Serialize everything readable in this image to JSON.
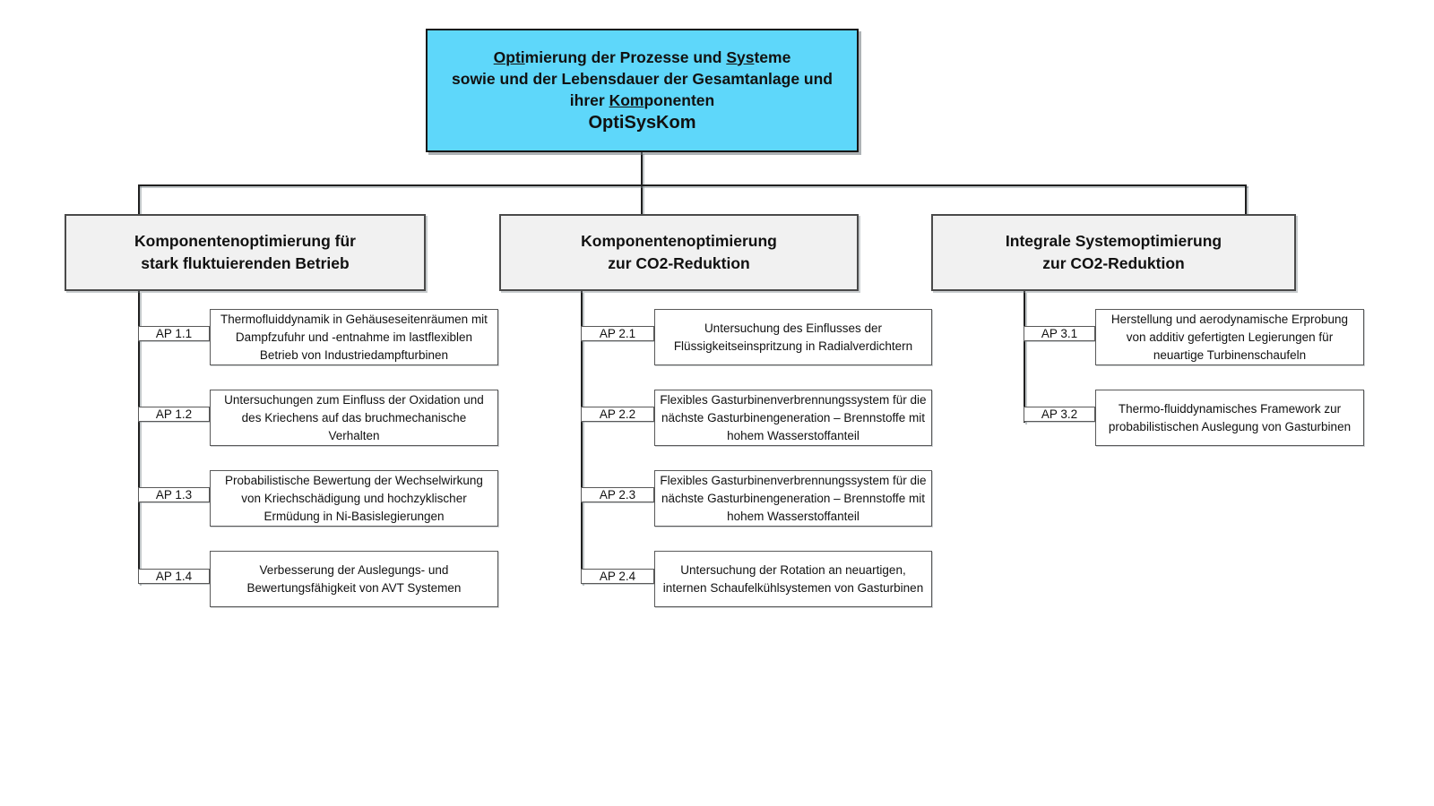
{
  "diagram_type": "org-chart / work-breakdown-structure",
  "colors": {
    "root_fill": "#5ed7fa",
    "branch_fill": "#f1f1f1",
    "box_border": "#595959",
    "line_color": "#1f1f1f"
  },
  "top_box": {
    "line1_u1": "Opti",
    "line1_t1": "mierung der Prozesse und ",
    "line1_u2": "Sys",
    "line1_t2": "teme",
    "line2": "sowie und der Lebensdauer der Gesamtanlage und",
    "line3_t1": "ihrer ",
    "line3_u1": "Kom",
    "line3_t2": "ponenten",
    "acronym": "OptiSysKom"
  },
  "branches": [
    {
      "title": "Komponentenoptimierung für\nstark fluktuierenden Betrieb",
      "items": [
        {
          "id": "AP 1.1",
          "text": "Thermofluiddynamik in Gehäuseseitenräumen mit Dampfzufuhr und -entnahme im lastflexiblen Betrieb von Industriedampfturbinen"
        },
        {
          "id": "AP 1.2",
          "text": "Untersuchungen zum Einfluss der Oxidation und des Kriechens auf das bruchmechanische Verhalten"
        },
        {
          "id": "AP 1.3",
          "text": "Probabilistische Bewertung der Wechselwirkung von Kriechschädigung und hochzyklischer Ermüdung in Ni-Basislegierungen"
        },
        {
          "id": "AP 1.4",
          "text": "Verbesserung der Auslegungs- und Bewertungsfähigkeit von AVT Systemen"
        }
      ]
    },
    {
      "title": "Komponentenoptimierung\nzur CO2-Reduktion",
      "items": [
        {
          "id": "AP 2.1",
          "text": "Untersuchung des Einflusses der Flüssigkeitseinspritzung in Radialverdichtern"
        },
        {
          "id": "AP 2.2",
          "text": "Flexibles Gasturbinenverbrennungssystem für die nächste Gasturbinengeneration –  Brennstoffe mit hohem Wasserstoffanteil"
        },
        {
          "id": "AP 2.3",
          "text": "Flexibles Gasturbinenverbrennungssystem für die nächste Gasturbinengeneration –  Brennstoffe mit hohem Wasserstoffanteil"
        },
        {
          "id": "AP 2.4",
          "text": "Untersuchung der Rotation an neuartigen, internen Schaufelkühlsystemen von Gasturbinen"
        }
      ]
    },
    {
      "title": "Integrale Systemoptimierung\nzur CO2-Reduktion",
      "items": [
        {
          "id": "AP 3.1",
          "text": "Herstellung und aerodynamische Erprobung von additiv gefertigten Legierungen für neuartige Turbinenschaufeln"
        },
        {
          "id": "AP 3.2",
          "text": "Thermo-fluiddynamisches Framework zur probabilistischen Auslegung von Gasturbinen"
        }
      ]
    }
  ]
}
